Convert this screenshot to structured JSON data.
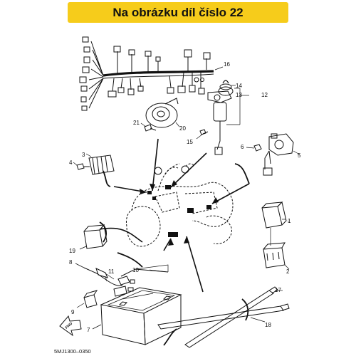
{
  "banner": {
    "title": "Na obrázku díl číslo 22"
  },
  "diagram": {
    "drawing_code": "5MJ1300–0350",
    "fwd_label": "FWD",
    "callouts": {
      "c1": "1",
      "c2": "2",
      "c3": "3",
      "c4": "4",
      "c5": "5",
      "c6": "6",
      "c7": "7",
      "c8": "8",
      "c9": "9",
      "c10": "10",
      "c11": "11",
      "c12": "12",
      "c13": "13",
      "c14": "14",
      "c15": "15",
      "c16": "16",
      "c17": "17",
      "c18": "18",
      "c19": "19",
      "c20": "20",
      "c21": "21"
    }
  }
}
